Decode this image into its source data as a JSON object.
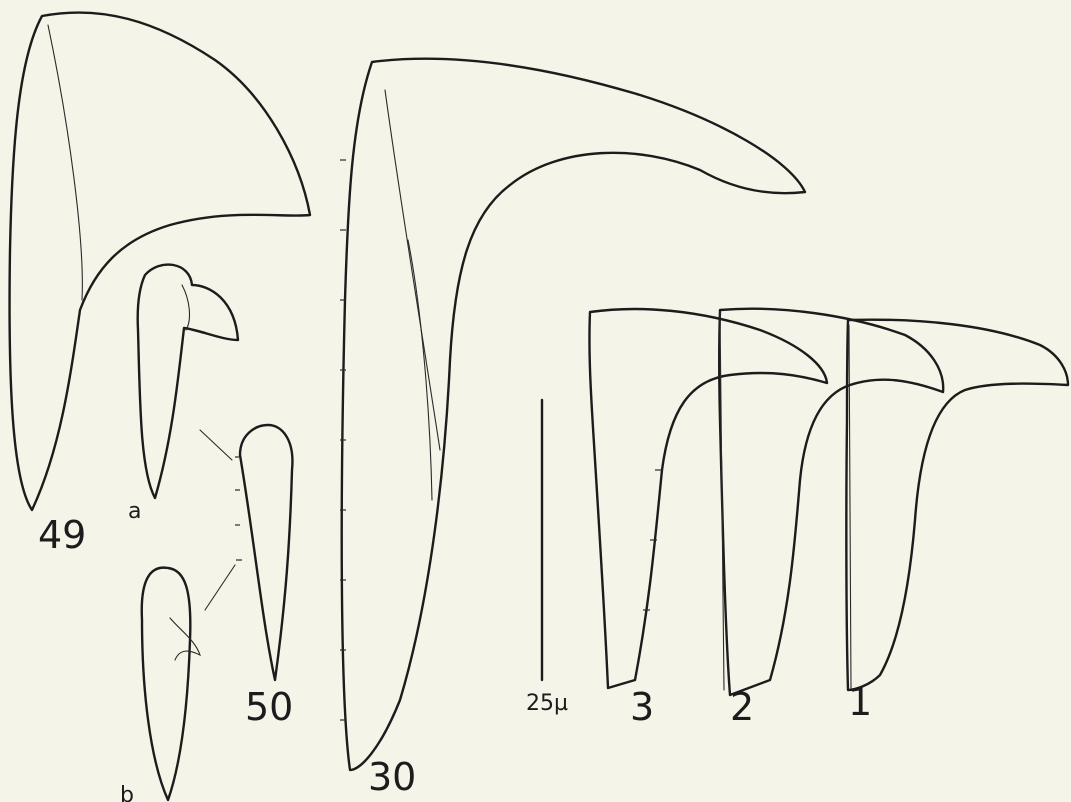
{
  "labels": {
    "fig49": "49",
    "fig49a": "a",
    "fig49b": "b",
    "fig50": "50",
    "fig30": "30",
    "fig1": "1",
    "fig2": "2",
    "fig3": "3",
    "scale": "25µ"
  }
}
